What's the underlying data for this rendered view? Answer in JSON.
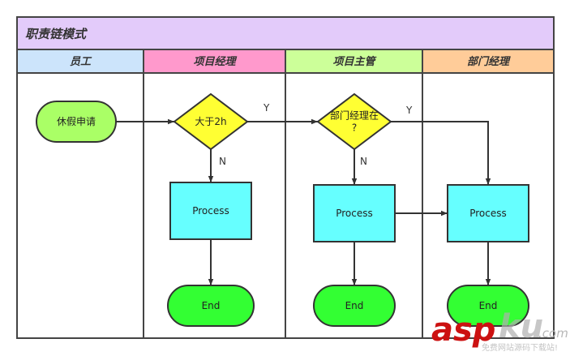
{
  "pool": {
    "title": "职责链模式",
    "color": "#e3cbfa"
  },
  "lanes": [
    {
      "id": "employee",
      "label": "员工",
      "color": "#cce4fb"
    },
    {
      "id": "pm",
      "label": "项目经理",
      "color": "#ff99cc"
    },
    {
      "id": "supervisor",
      "label": "项目主管",
      "color": "#ccff99"
    },
    {
      "id": "dept",
      "label": "部门经理",
      "color": "#ffcc99"
    }
  ],
  "nodes": [
    {
      "id": "start",
      "type": "terminator",
      "lane": "employee",
      "text": [
        "休假申请"
      ],
      "color": "#aaff66"
    },
    {
      "id": "d1",
      "type": "decision",
      "lane": "pm",
      "text": [
        "大于2h"
      ],
      "color": "#ffff33"
    },
    {
      "id": "p1",
      "type": "process",
      "lane": "pm",
      "text": [
        "Process"
      ],
      "color": "#66ffff"
    },
    {
      "id": "e1",
      "type": "terminator",
      "lane": "pm",
      "text": [
        "End"
      ],
      "color": "#33ff33"
    },
    {
      "id": "d2",
      "type": "decision",
      "lane": "supervisor",
      "text": [
        "部门经理在",
        "?"
      ],
      "color": "#ffff33"
    },
    {
      "id": "p2",
      "type": "process",
      "lane": "supervisor",
      "text": [
        "Process"
      ],
      "color": "#66ffff"
    },
    {
      "id": "e2",
      "type": "terminator",
      "lane": "supervisor",
      "text": [
        "End"
      ],
      "color": "#33ff33"
    },
    {
      "id": "p3",
      "type": "process",
      "lane": "dept",
      "text": [
        "Process"
      ],
      "color": "#66ffff"
    },
    {
      "id": "e3",
      "type": "terminator",
      "lane": "dept",
      "text": [
        "End"
      ],
      "color": "#33ff33"
    }
  ],
  "edges": [
    {
      "from": "start",
      "to": "d1",
      "label": ""
    },
    {
      "from": "d1",
      "to": "d2",
      "label": "Y"
    },
    {
      "from": "d1",
      "to": "p1",
      "label": "N"
    },
    {
      "from": "p1",
      "to": "e1",
      "label": ""
    },
    {
      "from": "d2",
      "to": "p3",
      "label": "Y"
    },
    {
      "from": "d2",
      "to": "p2",
      "label": "N"
    },
    {
      "from": "p2",
      "to": "p3",
      "label": ""
    },
    {
      "from": "p2",
      "to": "e2",
      "label": ""
    },
    {
      "from": "p3",
      "to": "e3",
      "label": ""
    }
  ],
  "watermark": {
    "brand_a": "asp",
    "brand_b": "ku",
    "domain": ".com",
    "tagline": "免费网站源码下载站!",
    "color_a": "#cc1111",
    "color_b": "#b0b0b0"
  }
}
